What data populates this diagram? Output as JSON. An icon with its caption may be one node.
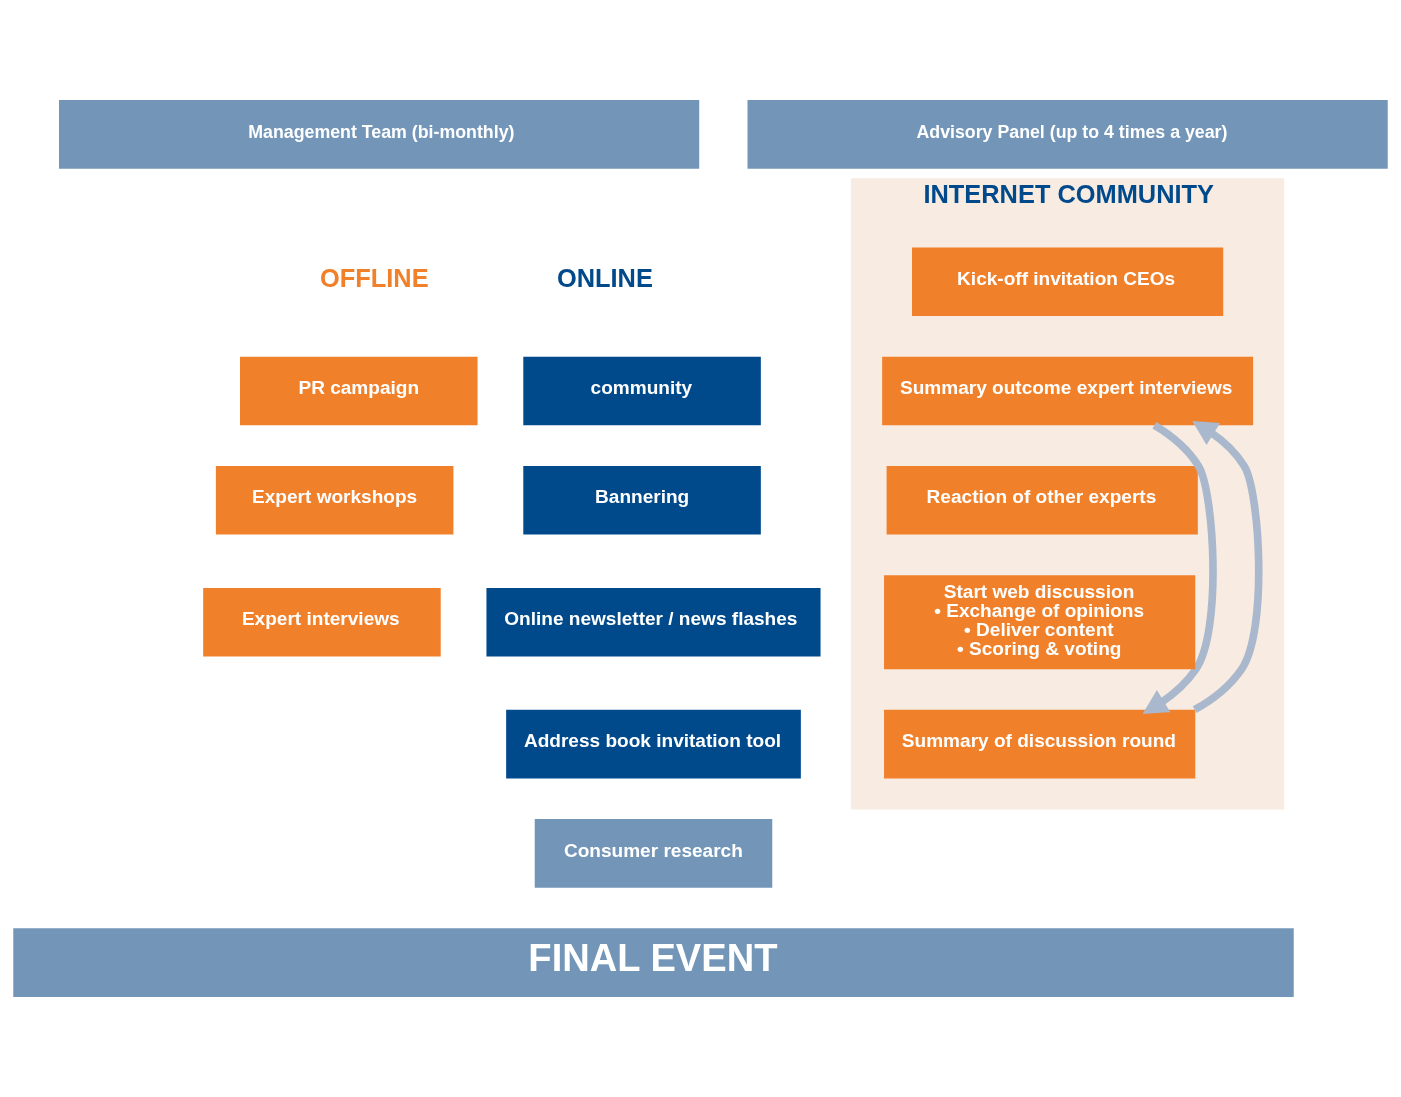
{
  "diagram": {
    "nodes": [
      {
        "text": [
          "Management Team (bi-monthly)"
        ]
      },
      {
        "text": [
          "Advisory Panel (up to 4 times a year)"
        ]
      },
      {
        "text": [
          "PR campaign"
        ]
      },
      {
        "text": [
          "Expert workshops"
        ]
      },
      {
        "text": [
          "Expert interviews"
        ]
      },
      {
        "text": [
          "community"
        ]
      },
      {
        "text": [
          "Bannering"
        ]
      },
      {
        "text": [
          "Online newsletter / news flashes"
        ]
      },
      {
        "text": [
          "Address book invitation tool"
        ]
      },
      {
        "text": [
          "Consumer research"
        ]
      },
      {
        "text": [
          "INTERNET COMMUNITY"
        ]
      },
      {
        "text": [
          "Kick-off invitation CEOs"
        ],
        "in": 10
      },
      {
        "text": [
          "Summary outcome expert interviews"
        ],
        "in": 10
      },
      {
        "text": [
          "Reaction of other experts"
        ],
        "in": 10
      },
      {
        "text": [
          "Start web discussion",
          "• Exchange of opinions",
          "• Deliver content",
          "• Scoring & voting"
        ],
        "in": 10
      },
      {
        "text": [
          "Summary of discussion round"
        ],
        "in": 10
      },
      {
        "text": [
          "FINAL EVENT"
        ]
      }
    ],
    "edges": [
      {
        "from": 15,
        "to": 12,
        "arrow": "to",
        "color": "#a9b8cc"
      },
      {
        "from": 12,
        "to": 15,
        "arrow": "to",
        "color": "#a9b8cc"
      }
    ],
    "labels": [
      "OFFLINE",
      "ONLINE"
    ]
  }
}
